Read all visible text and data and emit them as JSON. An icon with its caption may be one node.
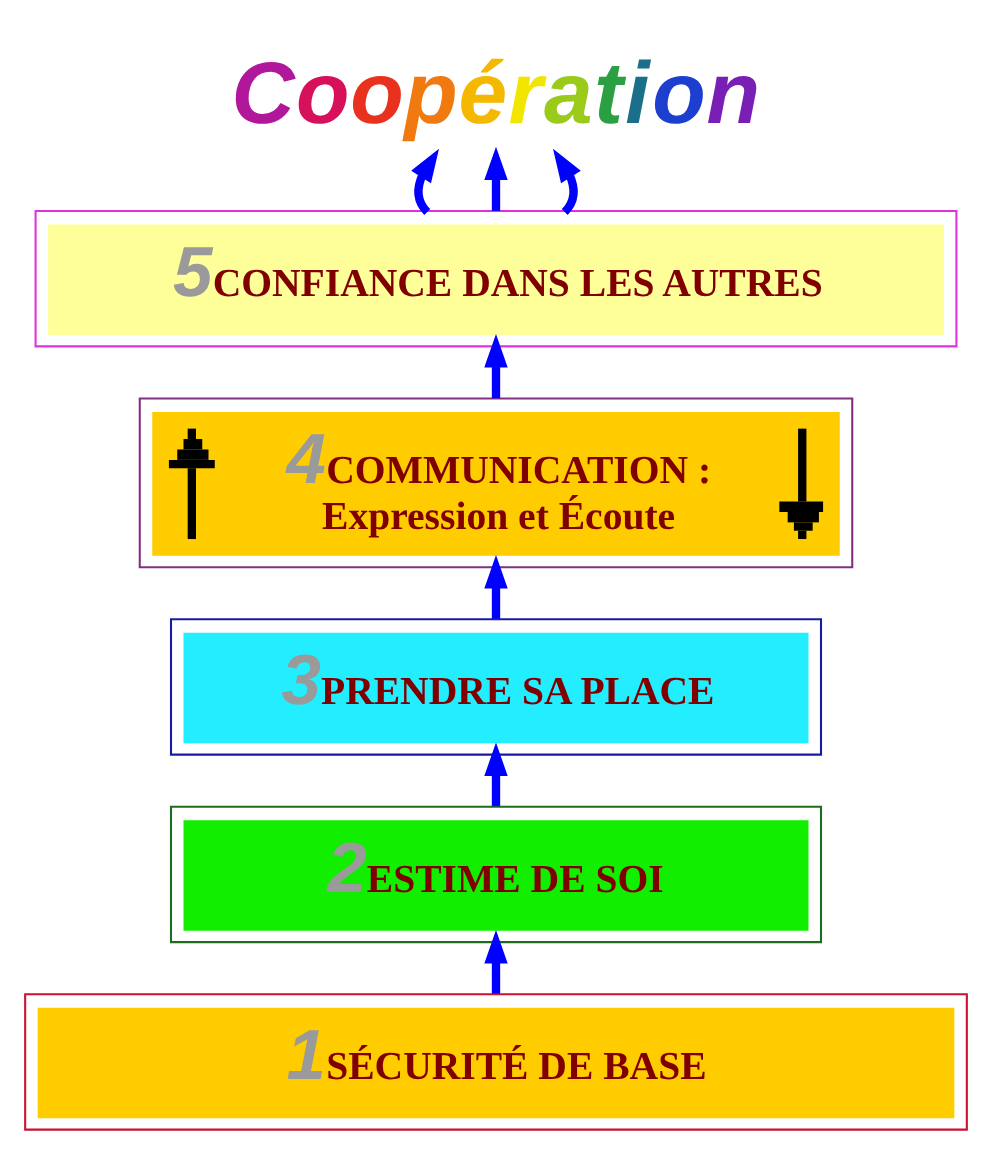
{
  "diagram": {
    "nodes": [
      {
        "text": [
          "Coopération"
        ]
      },
      {
        "text": [
          "5",
          "CONFIANCE DANS LES AUTRES"
        ]
      },
      {
        "text": [
          "4",
          "COMMUNICATION : Expression et Écoute"
        ]
      },
      {
        "text": [
          "3",
          "PRENDRE SA PLACE"
        ]
      },
      {
        "text": [
          "2",
          "ESTIME DE SOI"
        ]
      },
      {
        "text": [
          "1",
          "SÉCURITÉ DE BASE"
        ]
      }
    ],
    "edges": [
      {
        "from": 5,
        "to": 4,
        "arrow": "to"
      },
      {
        "from": 4,
        "to": 3,
        "arrow": "to"
      },
      {
        "from": 3,
        "to": 2,
        "arrow": "to"
      },
      {
        "from": 2,
        "to": 1,
        "arrow": "to"
      },
      {
        "from": 1,
        "to": 0,
        "arrow": "to"
      },
      {
        "from": 1,
        "to": 0,
        "arrow": "to"
      },
      {
        "from": 1,
        "to": 0,
        "arrow": "to"
      }
    ]
  }
}
